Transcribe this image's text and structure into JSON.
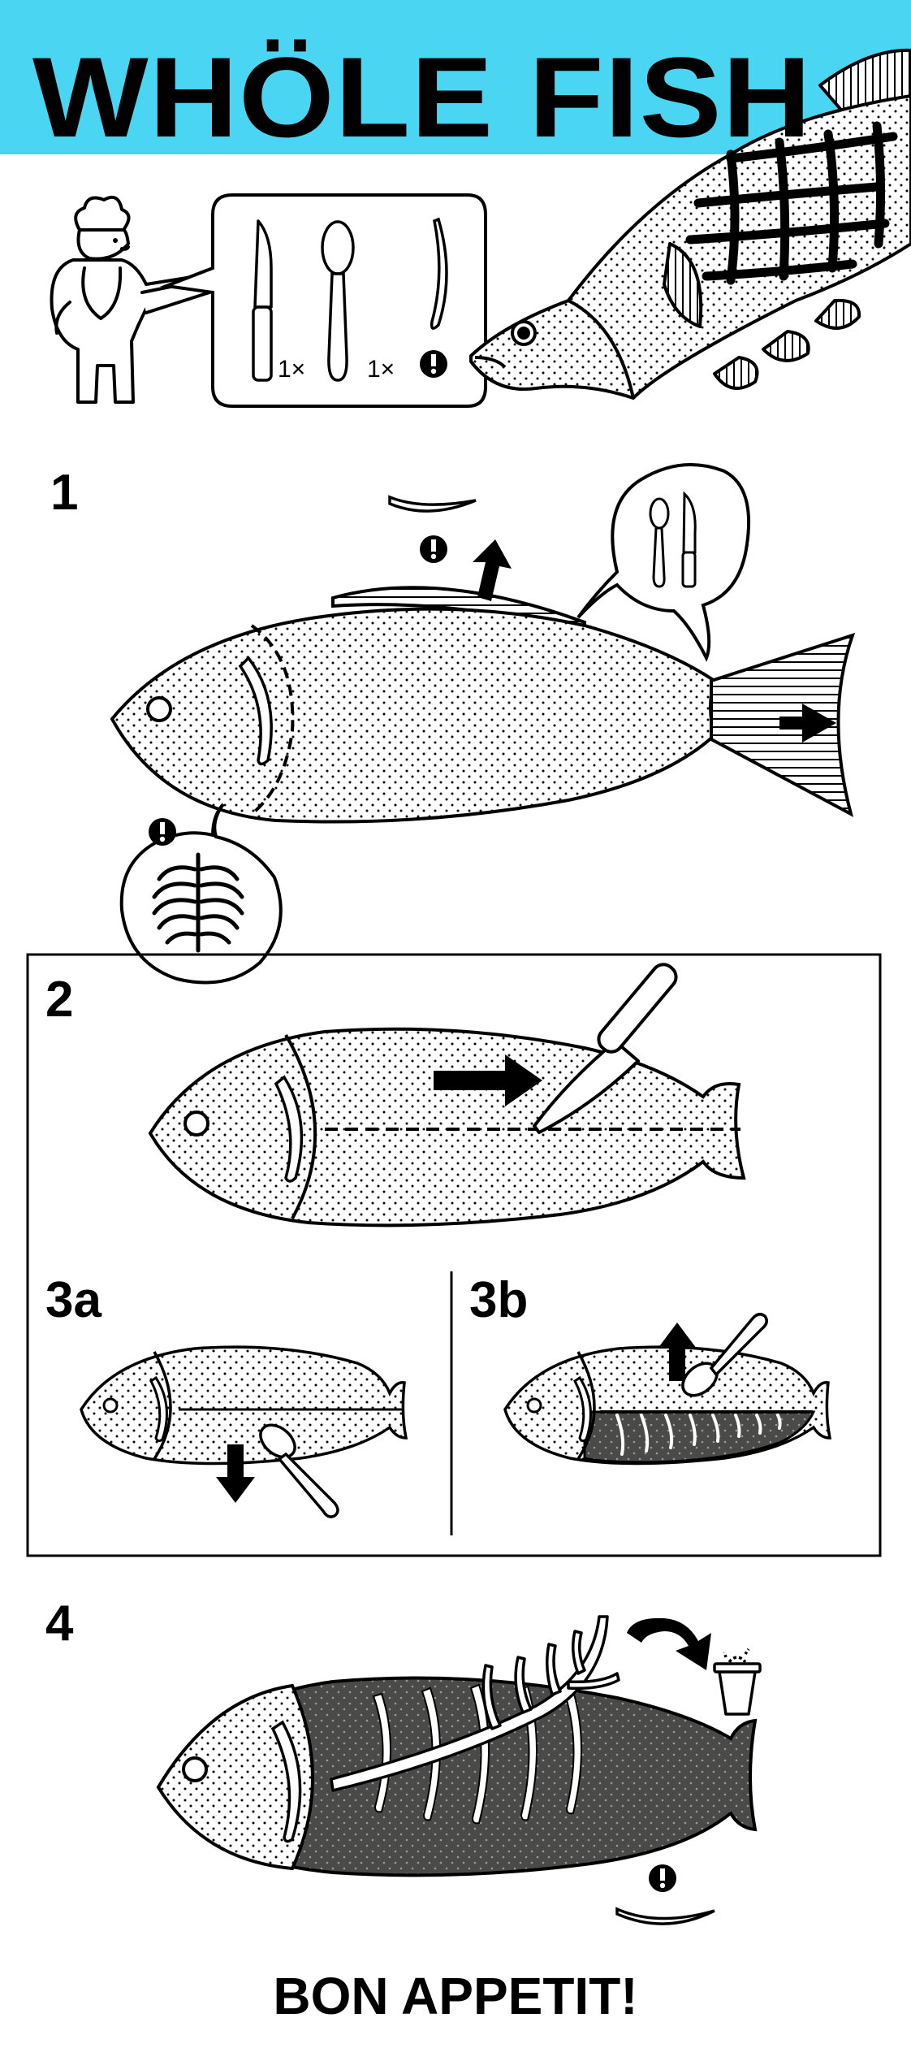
{
  "header": {
    "title": "WHÖLE FISH",
    "band_color": "#4ad6f2"
  },
  "tools": {
    "knife_qty": "1×",
    "spoon_qty": "1×"
  },
  "steps": {
    "s1": "1",
    "s2": "2",
    "s3a": "3a",
    "s3b": "3b",
    "s4": "4"
  },
  "footer": {
    "text": "BON APPETIT!"
  },
  "icons": [
    "chef-icon",
    "knife-icon",
    "spoon-icon",
    "fish-bone-icon",
    "warning-icon",
    "arrow-icon",
    "trash-can-icon"
  ],
  "colors": {
    "ink": "#000000",
    "dark_flesh": "#4a4a48",
    "paper": "#ffffff"
  }
}
